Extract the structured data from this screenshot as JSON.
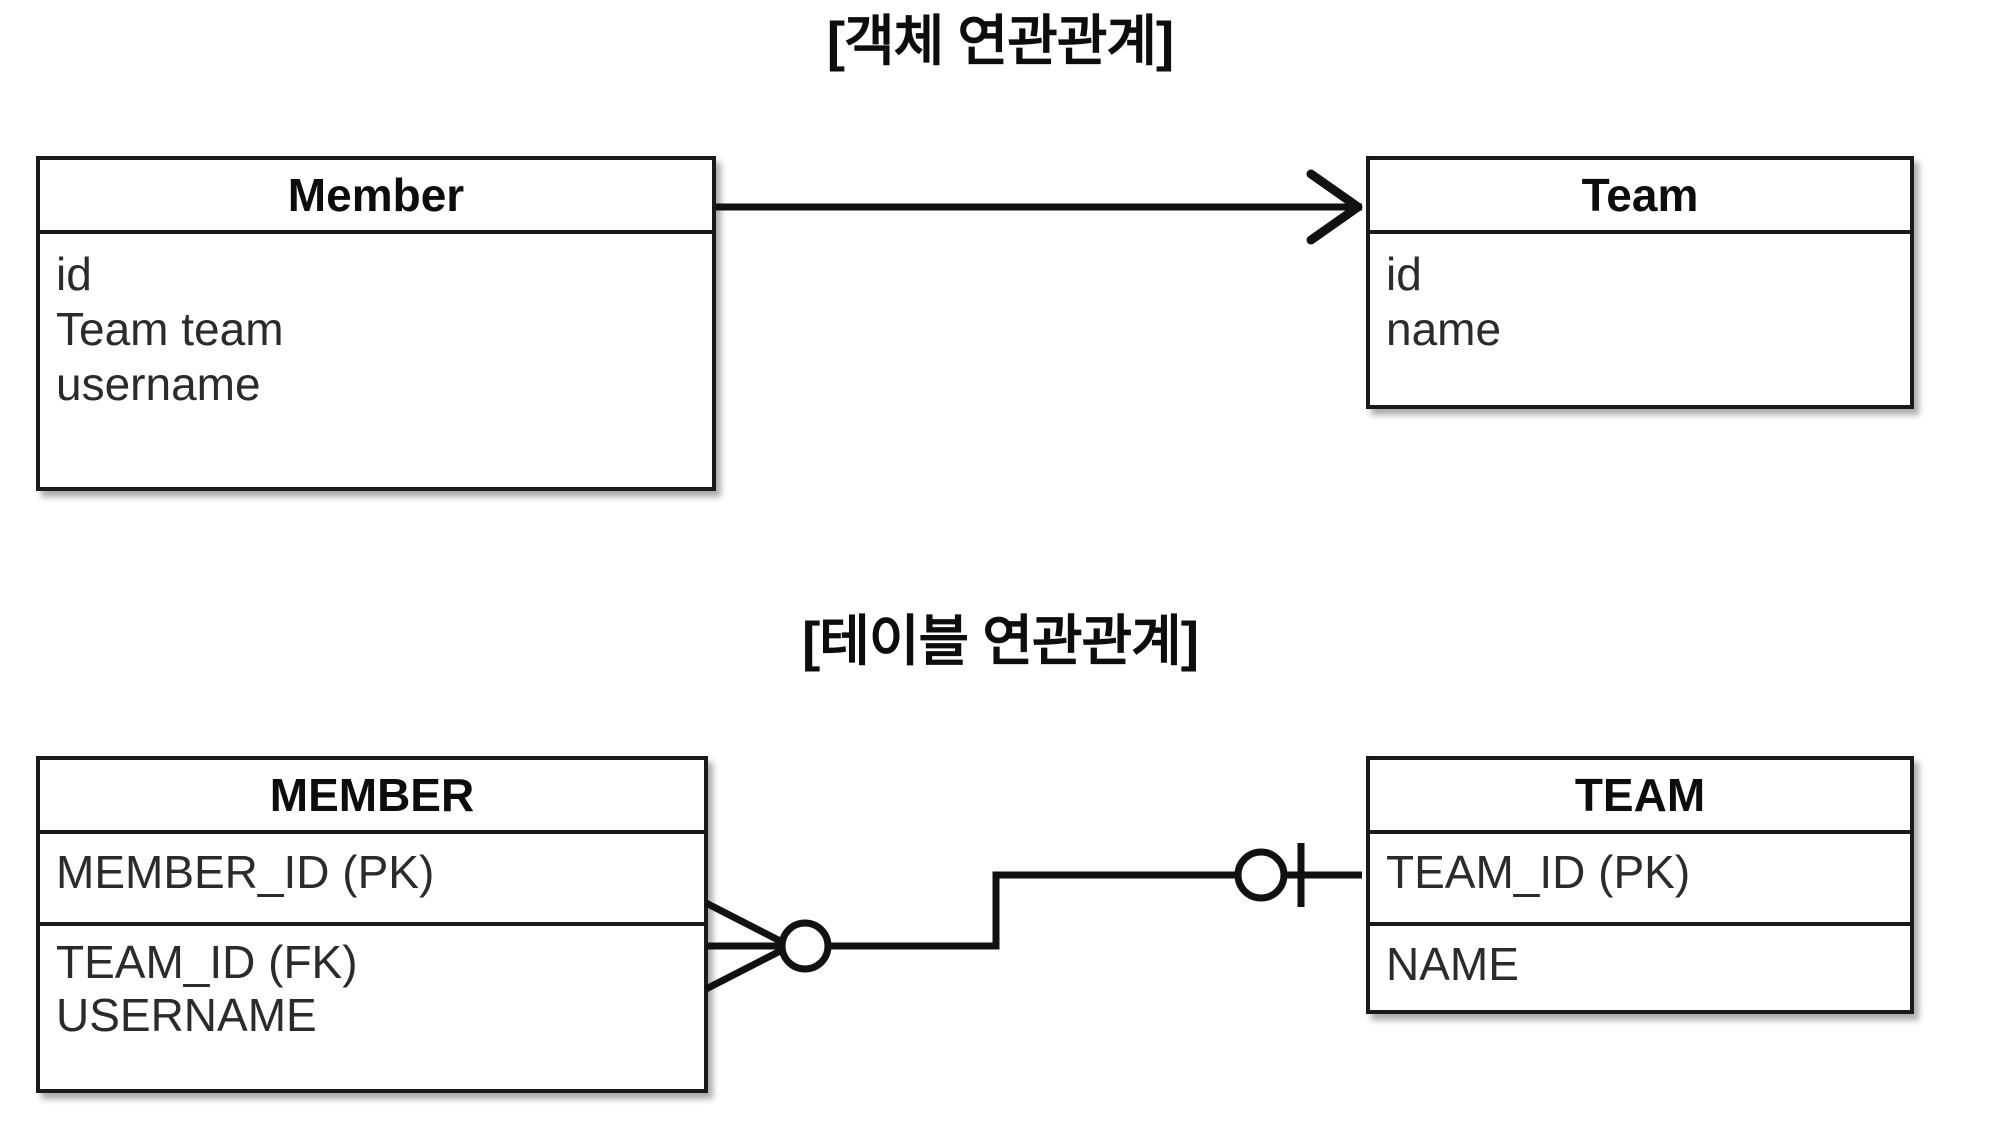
{
  "diagram": {
    "sections": [
      {
        "id": "object-model",
        "title": "[객체 연관관계]",
        "entities": [
          {
            "id": "member-object",
            "name": "Member",
            "attributes": [
              "id",
              "Team team",
              "username"
            ]
          },
          {
            "id": "team-object",
            "name": "Team",
            "attributes": [
              "id",
              "name"
            ]
          }
        ],
        "relationship": {
          "from": "member-object",
          "to": "team-object",
          "style": "open-arrow",
          "direction": "right"
        }
      },
      {
        "id": "table-model",
        "title": "[테이블 연관관계]",
        "entities": [
          {
            "id": "member-table",
            "name": "MEMBER",
            "primary_key": "MEMBER_ID (PK)",
            "attributes": [
              "TEAM_ID (FK)",
              "USERNAME"
            ]
          },
          {
            "id": "team-table",
            "name": "TEAM",
            "primary_key": "TEAM_ID (PK)",
            "attributes": [
              "NAME"
            ]
          }
        ],
        "relationship": {
          "from": "member-table",
          "to": "team-table",
          "from_cardinality": "zero-or-many",
          "to_cardinality": "zero-or-one",
          "style": "crows-foot"
        }
      }
    ],
    "colors": {
      "stroke": "#111111",
      "text": "#1a1a1a",
      "background": "#ffffff"
    }
  }
}
